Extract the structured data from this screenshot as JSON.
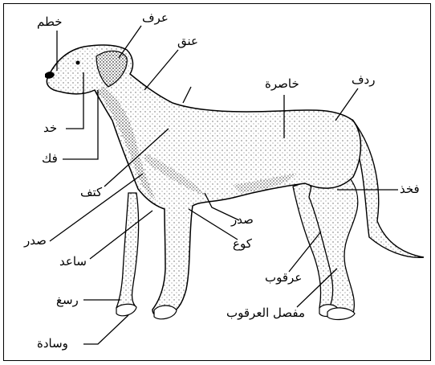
{
  "labels": {
    "muzzle": "خطم",
    "cheek": "خد",
    "jaw": "فك",
    "mane": "عرف",
    "neck": "عنق",
    "shoulder": "كتف",
    "chest_upper": "صدر",
    "chest_lower": "صدر",
    "forearm": "ساعد",
    "wrist": "رسغ",
    "pad": "وسادة",
    "elbow": "كوع",
    "flank": "خاصرة",
    "rump": "ردف",
    "thigh": "فخذ",
    "hock": "عرقوب",
    "hock_joint": "مفصل العرقوب"
  }
}
